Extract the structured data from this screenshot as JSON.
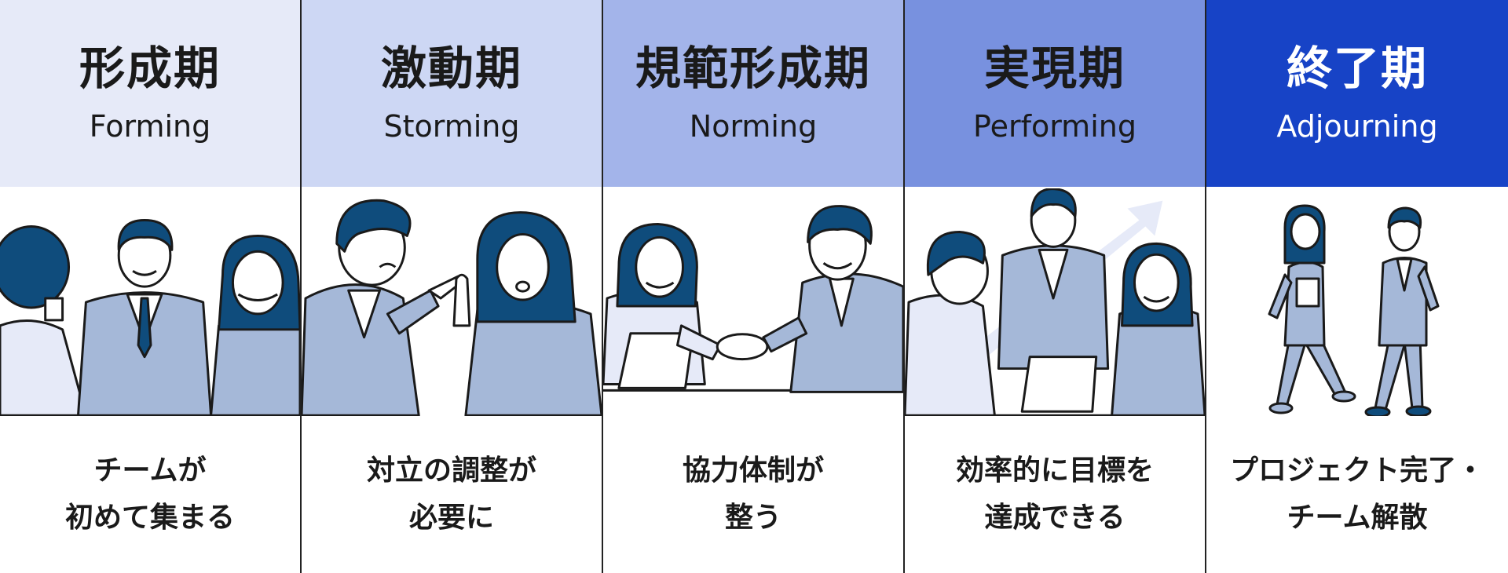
{
  "colors": {
    "header_1": "#E6EAF8",
    "header_2": "#CDD7F4",
    "header_3": "#A3B4EA",
    "header_4": "#7891DF",
    "header_5": "#1743C6",
    "suit_navy": "#0F4C7C",
    "suit_light": "#A5B8D8",
    "outline": "#1A1A1A"
  },
  "stages": [
    {
      "title": "形成期",
      "subtitle": "Forming",
      "desc_line1": "チームが",
      "desc_line2": "初めて集まる",
      "icon": "team-meeting-illustration"
    },
    {
      "title": "激動期",
      "subtitle": "Storming",
      "desc_line1": "対立の調整が",
      "desc_line2": "必要に",
      "icon": "argument-illustration"
    },
    {
      "title": "規範形成期",
      "subtitle": "Norming",
      "desc_line1": "協力体制が",
      "desc_line2": "整う",
      "icon": "handshake-illustration"
    },
    {
      "title": "実現期",
      "subtitle": "Performing",
      "desc_line1": "効率的に目標を",
      "desc_line2": "達成できる",
      "icon": "growth-arrow-illustration"
    },
    {
      "title": "終了期",
      "subtitle": "Adjourning",
      "desc_line1": "プロジェクト完了・",
      "desc_line2": "チーム解散",
      "icon": "walking-away-illustration"
    }
  ]
}
